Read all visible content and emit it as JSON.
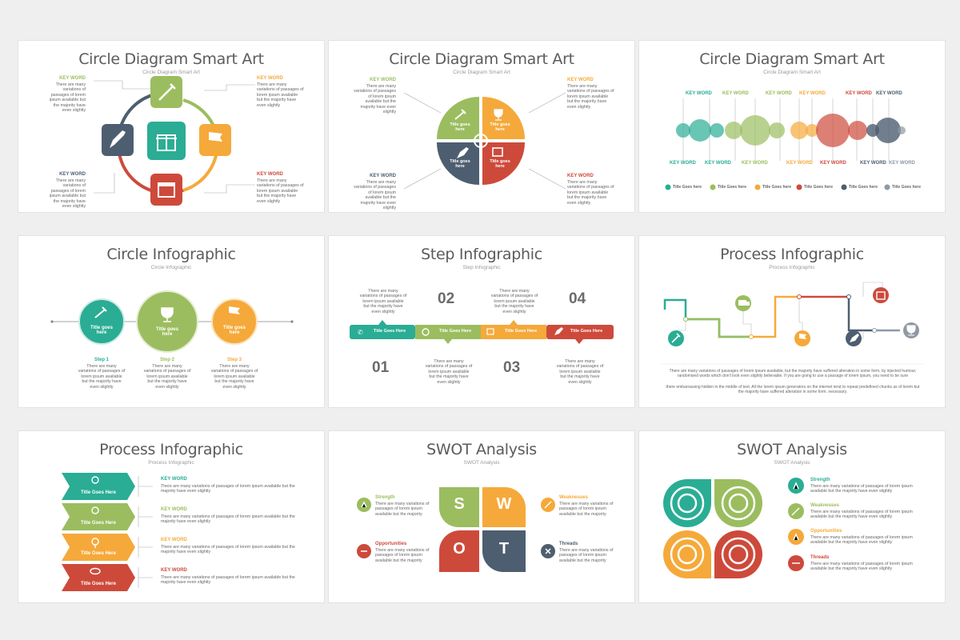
{
  "colors": {
    "green": "#9bbd5f",
    "orange": "#f5a93a",
    "red": "#cd4a3b",
    "slate": "#4d5e70",
    "teal": "#2aad94",
    "gray": "#8e99a4"
  },
  "s1": {
    "title": "Circle Diagram Smart Art",
    "subtitle": "Circle Diagram Smart Art",
    "kw": [
      "KEY WORD",
      "KEY WORD",
      "KEY WORD",
      "KEY WORD"
    ],
    "text": [
      "There are many variations of passages of lorem ipsum available but the majority have even slightly",
      "There are many variations of passages of lorem ipsum available but the majority have even slightly",
      "There are many variations of passages of lorem ipsum available but the majority have even slightly",
      "There are many variations of passages of lorem ipsum available but the majority have even slightly"
    ],
    "icons": [
      "magic-wand-icon",
      "flag-icon",
      "calendar-icon",
      "rocket-icon",
      "gift-icon"
    ]
  },
  "s2": {
    "title": "Circle Diagram Smart Art",
    "subtitle": "Circle Diagram Smart Art",
    "kw": [
      "KEY WORD",
      "KEY WORD",
      "KEY WORD",
      "KEY WORD"
    ],
    "text": [
      "There are many variations of passages of lorem ipsum available but the majority have even slightly",
      "There are many variations of passages of lorem ipsum available but the majority have even slightly",
      "There are many variations of passages of lorem ipsum available but the majority have even slightly",
      "There are many variations of passages of lorem ipsum available but the majority have even slightly"
    ],
    "quad": [
      "Title goes here",
      "Title goes here",
      "Title goes here",
      "Title goes here"
    ]
  },
  "s3": {
    "title": "Circle Diagram Smart Art",
    "subtitle": "Circle Diagram Smart Art",
    "kwTop": [
      "KEY WORD",
      "KEY WORD",
      "KEY WORD",
      "KEY WORD",
      "KEY WORD",
      "KEY WORD"
    ],
    "kwBot": [
      "KEY WORD",
      "KEY WORD",
      "KEY WORD",
      "KEY WORD",
      "KEY WORD",
      "KEY WORD",
      "KEY WORD"
    ],
    "legend": [
      "Title Goes here",
      "Title Goes here",
      "Title Goes here",
      "Title Goes here",
      "Title Goes here",
      "Title Goes here"
    ]
  },
  "s4": {
    "title": "Circle Infographic",
    "subtitle": "Circle Infographic",
    "circles": [
      "Title goes here",
      "Title goes here",
      "Title goes here"
    ],
    "steps": [
      "Step 1",
      "Step 2",
      "Step 3"
    ],
    "text": [
      "There are many variations of passages of lorem ipsum available but the majority have even slightly",
      "There are many variations of passages of lorem ipsum available but the majority have even slightly",
      "There are many variations of passages of lorem ipsum available but the majority have even slightly"
    ]
  },
  "s5": {
    "title": "Step Infographic",
    "subtitle": "Step Infographic",
    "nums": [
      "01",
      "02",
      "03",
      "04"
    ],
    "bars": [
      "Title Goes Here",
      "Title Goes Here",
      "Title Goes Here",
      "Title Goes Here"
    ],
    "text": [
      "There are many variations of passages of lorem ipsum available but the majority have even slightly",
      "There are many variations of passages of lorem ipsum available but the majority have even slightly",
      "There are many variations of passages of lorem ipsum available but the majority have even slightly",
      "There are many variations of passages of lorem ipsum available but the majority have even slightly"
    ]
  },
  "s6": {
    "title": "Process Infographic",
    "subtitle": "Process Infographic",
    "p1": "There are many variations of passages of lorem ipsum available, but the majority have suffered alteration in some form, by injected humour, randomised words which don't look even slightly believable. If you are going to use a passage of lorem ipsum, you need to be sure",
    "p2": "there embarrassing hidden in the middle of text. All the lorem ipsum generators on the internet tend to repeat predefined chunks as of lorem but the majority have suffered alteration in some form. necessary."
  },
  "s7": {
    "title": "Process Infographic",
    "subtitle": "Process Infographic",
    "arrows": [
      "Title Goes Here",
      "Title Goes Here",
      "Title Goes Here",
      "Title Goes Here"
    ],
    "kw": [
      "KEY WORD",
      "KEY WORD",
      "KEY WORD",
      "KEY WORD"
    ],
    "text": [
      "There are many variations of passages of lorem ipsum available but the majority have even slightly",
      "There are many variations of passages of lorem ipsum available but the majority have even slightly",
      "There are many variations of passages of lorem ipsum available but the majority have even slightly",
      "There are many variations of passages of lorem ipsum available but the majority have even slightly"
    ]
  },
  "s8": {
    "title": "SWOT Analysis",
    "subtitle": "SWOT Analysis",
    "letters": [
      "S",
      "W",
      "O",
      "T"
    ],
    "labels": [
      "Strength",
      "Weaknesses",
      "Opportunities",
      "Threads"
    ],
    "text": [
      "There are many variations of passages of lorem ipsum available but the majority",
      "There are many variations of passages of lorem ipsum available but the majority",
      "There are many variations of passages of lorem ipsum available but the majority",
      "There are many variations of passages of lorem ipsum available but the majority"
    ]
  },
  "s9": {
    "title": "SWOT Analysis",
    "subtitle": "SWOT Analysis",
    "labels": [
      "Strength",
      "Weaknesses",
      "Opportunities",
      "Threads"
    ],
    "text": [
      "There are many variations of passages of lorem ipsum available but the majority have even slightly",
      "There are many variations of passages of lorem ipsum available but the majority have even slightly",
      "There are many variations of passages of lorem ipsum available but the majority have even slightly",
      "There are many variations of passages of lorem ipsum available but the majority have even slightly"
    ]
  }
}
